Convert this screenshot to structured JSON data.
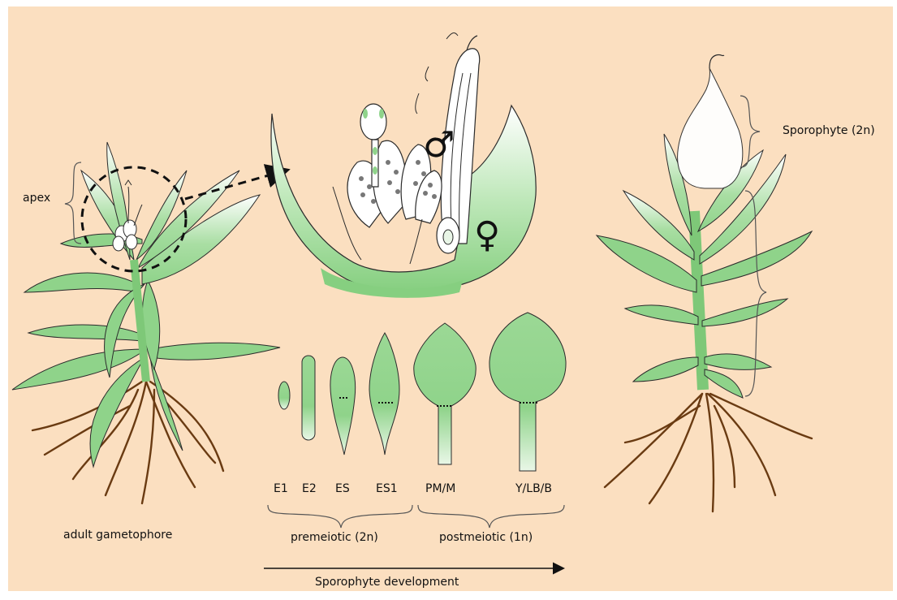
{
  "labels": {
    "apex": "apex",
    "adult_gametophore": "adult gametophore",
    "sporophyte_2n": "Sporophyte (2n)",
    "male_symbol": "♂",
    "female_symbol": "♀",
    "premeiotic": "premeiotic (2n)",
    "postmeiotic": "postmeiotic (1n)",
    "development_axis": "Sporophyte development"
  },
  "stages": [
    "E1",
    "E2",
    "ES",
    "ES1",
    "PM/M",
    "Y/LB/B"
  ],
  "colors": {
    "background": "#fbdfc0",
    "leaf_green": "#8fd38a",
    "leaf_light": "#ffffff",
    "root_brown": "#6a3b12",
    "outline": "#2b2b2b"
  }
}
